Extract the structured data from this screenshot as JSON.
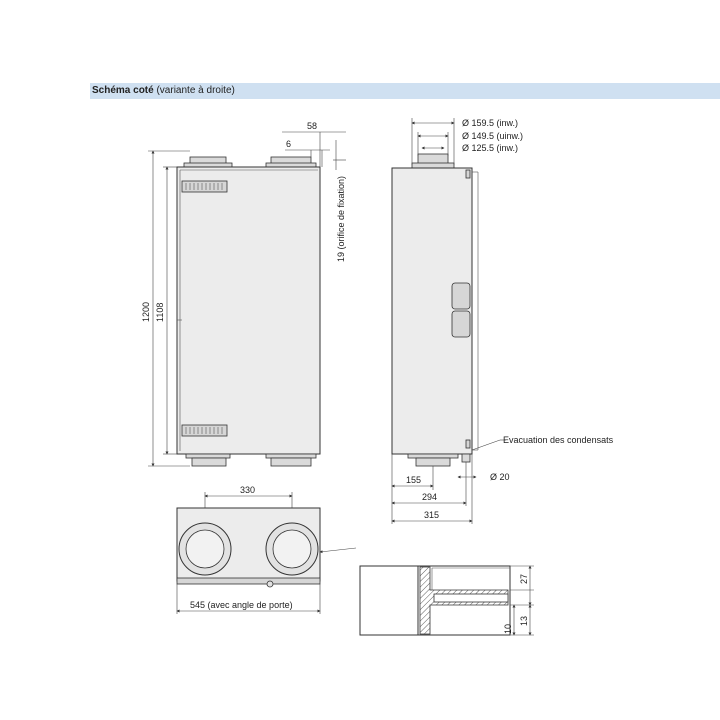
{
  "header": {
    "title_bold": "Schéma coté",
    "title_rest": " (variante à droite)"
  },
  "front_view": {
    "dim_58": "58",
    "dim_6": "6",
    "dim_1200": "1200",
    "dim_1108": "1108",
    "dim_19_label": "19 (orifice de fixation)"
  },
  "side_view": {
    "diam_1": "Ø 159.5 (inw.)",
    "diam_2": "Ø 149.5 (uinw.)",
    "diam_3": "Ø 125.5 (inw.)",
    "condensate_label": "Evacuation des condensats",
    "dim_20": "Ø 20",
    "dim_155": "155",
    "dim_294": "294",
    "dim_315": "315"
  },
  "bottom_view": {
    "dim_330": "330",
    "dim_545": "545 (avec angle de porte)"
  },
  "detail_view": {
    "dim_27": "27",
    "dim_10": "10",
    "dim_13": "13"
  },
  "colors": {
    "header_bg": "#cfe0f1",
    "line": "#333333"
  }
}
